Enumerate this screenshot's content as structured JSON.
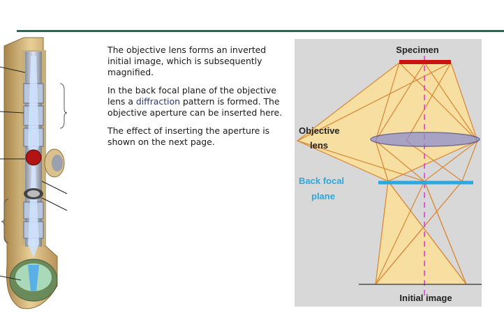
{
  "description": {
    "para1": "The objective lens forms an inverted initial image, which is subsequently magnified.",
    "para2_a": "In the back focal plane of the objective lens a ",
    "para2_highlight": "diffraction",
    "para2_b": " pattern is formed. The objective aperture can be inserted here.",
    "para3": "The effect of inserting the aperture is shown on the next page."
  },
  "diagram": {
    "specimen_label": "Specimen",
    "objective_label_line1": "Objective",
    "objective_label_line2": "lens",
    "back_focal_label_line1": "Back focal",
    "back_focal_label_line2": "plane",
    "image_label": "Initial image"
  },
  "colors": {
    "rule": "#1e6b5d",
    "diagram_bg": "#d8d8d8",
    "cone_fill": "#f7dfa2",
    "ray": "#d98c3a",
    "axis": "#e23cd6",
    "specimen": "#cc1111",
    "lens": "#8f8fcf",
    "back_focal_plane": "#2aa8e0",
    "back_focal_text": "#2aa8e0"
  }
}
